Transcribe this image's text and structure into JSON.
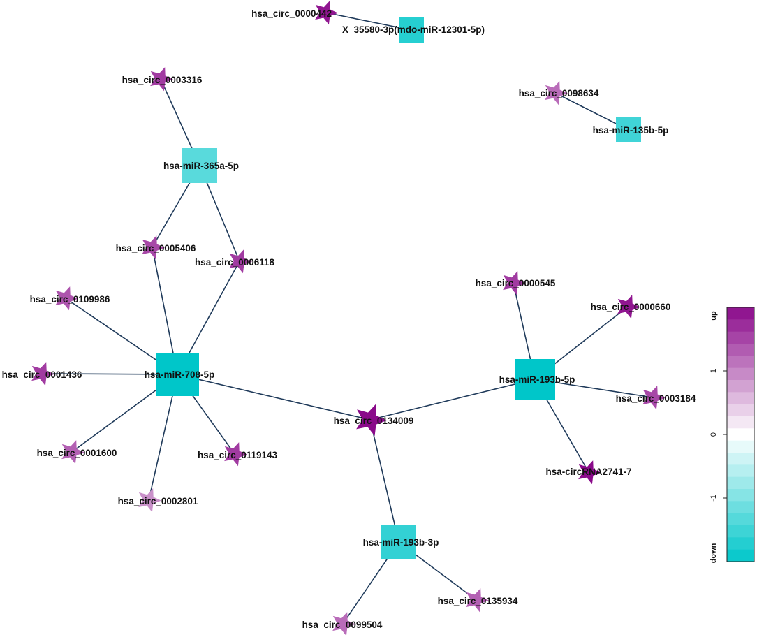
{
  "colors": {
    "edge": "#1f3a5a",
    "up": "#8a0a8a",
    "down": "#00c6c9"
  },
  "nodes": [
    {
      "id": "n442",
      "label": "hsa_circ_0000442",
      "kind": "circ",
      "value": 1.9
    },
    {
      "id": "mdo",
      "label": "X_35580-3p(mdo-miR-12301-5p)",
      "kind": "mirna",
      "value": -1.7
    },
    {
      "id": "n3316",
      "label": "hsa_circ_0003316",
      "kind": "circ",
      "value": 1.6
    },
    {
      "id": "n98634",
      "label": "hsa_circ_0098634",
      "kind": "circ",
      "value": 1.2
    },
    {
      "id": "m135",
      "label": "hsa-miR-135b-5p",
      "kind": "mirna",
      "value": -1.5
    },
    {
      "id": "m365",
      "label": "hsa-miR-365a-5p",
      "kind": "mirna",
      "value": -1.3
    },
    {
      "id": "n5406",
      "label": "hsa_circ_0005406",
      "kind": "circ",
      "value": 1.5
    },
    {
      "id": "n6118",
      "label": "hsa_circ_0006118",
      "kind": "circ",
      "value": 1.6
    },
    {
      "id": "n109986",
      "label": "hsa_circ_0109986",
      "kind": "circ",
      "value": 1.4
    },
    {
      "id": "n1436",
      "label": "hsa_circ_0001436",
      "kind": "circ",
      "value": 1.6
    },
    {
      "id": "m708",
      "label": "hsa-miR-708-5p",
      "kind": "mirna",
      "value": -2.0
    },
    {
      "id": "n1600",
      "label": "hsa_circ_0001600",
      "kind": "circ",
      "value": 1.3
    },
    {
      "id": "n119143",
      "label": "hsa_circ_0119143",
      "kind": "circ",
      "value": 1.6
    },
    {
      "id": "n2801",
      "label": "hsa_circ_0002801",
      "kind": "circ",
      "value": 0.9
    },
    {
      "id": "n134009",
      "label": "hsa_circ_0134009",
      "kind": "circ",
      "value": 2.0
    },
    {
      "id": "n545",
      "label": "hsa_circ_0000545",
      "kind": "circ",
      "value": 1.6
    },
    {
      "id": "n660",
      "label": "hsa_circ_0000660",
      "kind": "circ",
      "value": 1.9
    },
    {
      "id": "m193b5",
      "label": "hsa-miR-193b-5p",
      "kind": "mirna",
      "value": -2.0
    },
    {
      "id": "n3184",
      "label": "hsa_circ_0003184",
      "kind": "circ",
      "value": 1.5
    },
    {
      "id": "n2741",
      "label": "hsa-circRNA2741-7",
      "kind": "circ",
      "value": 2.0
    },
    {
      "id": "m193b3",
      "label": "hsa-miR-193b-3p",
      "kind": "mirna",
      "value": -1.6
    },
    {
      "id": "n135934",
      "label": "hsa_circ_0135934",
      "kind": "circ",
      "value": 1.3
    },
    {
      "id": "n99504",
      "label": "hsa_circ_0099504",
      "kind": "circ",
      "value": 1.2
    }
  ],
  "edges": [
    [
      "n442",
      "mdo"
    ],
    [
      "n3316",
      "m365"
    ],
    [
      "n98634",
      "m135"
    ],
    [
      "m365",
      "n5406"
    ],
    [
      "m365",
      "n6118"
    ],
    [
      "n5406",
      "m708"
    ],
    [
      "n6118",
      "m708"
    ],
    [
      "n109986",
      "m708"
    ],
    [
      "n1436",
      "m708"
    ],
    [
      "m708",
      "n1600"
    ],
    [
      "m708",
      "n2801"
    ],
    [
      "m708",
      "n119143"
    ],
    [
      "m708",
      "n134009"
    ],
    [
      "n134009",
      "m193b5"
    ],
    [
      "n134009",
      "m193b3"
    ],
    [
      "n545",
      "m193b5"
    ],
    [
      "n660",
      "m193b5"
    ],
    [
      "m193b5",
      "n3184"
    ],
    [
      "m193b5",
      "n2741"
    ],
    [
      "m193b3",
      "n135934"
    ],
    [
      "m193b3",
      "n99504"
    ]
  ],
  "legend": {
    "top_label": "up",
    "bottom_label": "down",
    "ticks": [
      "1",
      "0",
      "-1"
    ],
    "range": [
      -2,
      2
    ]
  }
}
